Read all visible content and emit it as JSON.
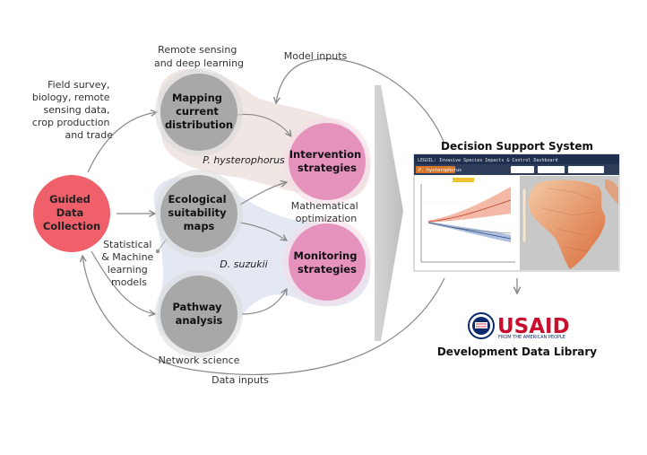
{
  "nodes": {
    "guided": [
      "Guided",
      "Data",
      "Collection"
    ],
    "mapping": [
      "Mapping",
      "current",
      "distribution"
    ],
    "ecological": [
      "Ecological",
      "suitability",
      "maps"
    ],
    "pathway": [
      "Pathway",
      "analysis"
    ],
    "intervention": [
      "Intervention",
      "strategies"
    ],
    "monitoring": [
      "Monitoring",
      "strategies"
    ]
  },
  "notes": {
    "remote_sensing": [
      "Remote sensing",
      "and deep learning"
    ],
    "field_survey": [
      "Field survey,",
      "biology, remote",
      "sensing data,",
      "crop production",
      "and trade"
    ],
    "statistical": [
      "Statistical",
      "& Machine",
      "learning",
      "models"
    ],
    "network_science": "Network science",
    "mathematical": [
      "Mathematical",
      "optimization"
    ],
    "model_inputs": "Model inputs",
    "data_inputs": "Data inputs"
  },
  "species": {
    "p_hysterophorus": "P. hysterophorus",
    "d_suzukii": "D. suzukii"
  },
  "titles": {
    "dss": "Decision Support System",
    "ddl": "Development Data Library"
  },
  "dss_screenshot": {
    "header_text": "LEGUIL: Invasive Species Impacts & Control Dashboard",
    "tab_label": "P. hysterophorus"
  },
  "logo": {
    "text": "USAID",
    "subtext": "FROM THE AMERICAN PEOPLE"
  },
  "colors": {
    "guided": "#f0606a",
    "gray_node": "#a8a8a8",
    "pink_node": "#e592bd",
    "upper_blob": "#f0e6e4",
    "lower_blob": "#e3e8f3",
    "arrow": "#888888"
  }
}
